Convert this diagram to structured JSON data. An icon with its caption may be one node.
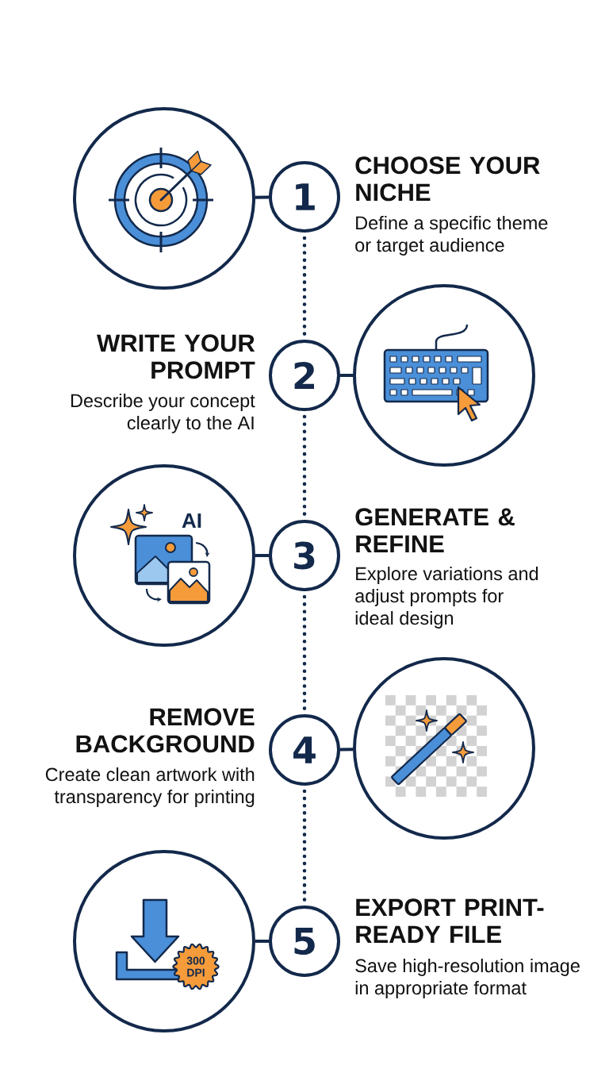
{
  "diagram": {
    "nodes": [
      {
        "text": [],
        "shape": "circle"
      },
      {
        "text": [
          "1"
        ],
        "beside": [
          "CHOOSE YOUR NICHE",
          "Define a specific theme or target audience"
        ]
      },
      {
        "text": [
          "2"
        ],
        "beside": [
          "WRITE YOUR PROMPT",
          "Describe your concept clearly to the AI"
        ]
      },
      {
        "text": [],
        "shape": "circle"
      },
      {
        "text": [
          "AI"
        ]
      },
      {
        "text": [
          "3"
        ],
        "beside": [
          "GENERATE & REFINE",
          "Explore variations and adjust prompts for ideal design"
        ]
      },
      {
        "text": [
          "4"
        ],
        "beside": [
          "REMOVE BACKGROUND",
          "Create clean artwork with transparency for printing"
        ]
      },
      {
        "text": [],
        "shape": "circle"
      },
      {
        "text": [],
        "shape": "circle"
      },
      {
        "text": [
          "300 DPI"
        ],
        "in": 8
      },
      {
        "text": [
          "5"
        ],
        "beside": [
          "EXPORT PRINT-READY FILE",
          "Save high-resolution image in appropriate format"
        ]
      }
    ],
    "edges": [
      {
        "from": 0,
        "to": 1,
        "arrow": "none"
      },
      {
        "from": 2,
        "to": 3,
        "arrow": "none"
      },
      {
        "from": 4,
        "to": 5,
        "arrow": "none"
      },
      {
        "from": 6,
        "to": 7,
        "arrow": "none"
      },
      {
        "from": 8,
        "to": 10,
        "arrow": "none"
      },
      {
        "from": 1,
        "to": 2,
        "arrow": "none",
        "style": "dashed"
      },
      {
        "from": 2,
        "to": 5,
        "arrow": "none",
        "style": "dashed"
      },
      {
        "from": 5,
        "to": 6,
        "arrow": "none",
        "style": "dashed"
      },
      {
        "from": 6,
        "to": 10,
        "arrow": "none",
        "style": "dashed"
      }
    ]
  }
}
